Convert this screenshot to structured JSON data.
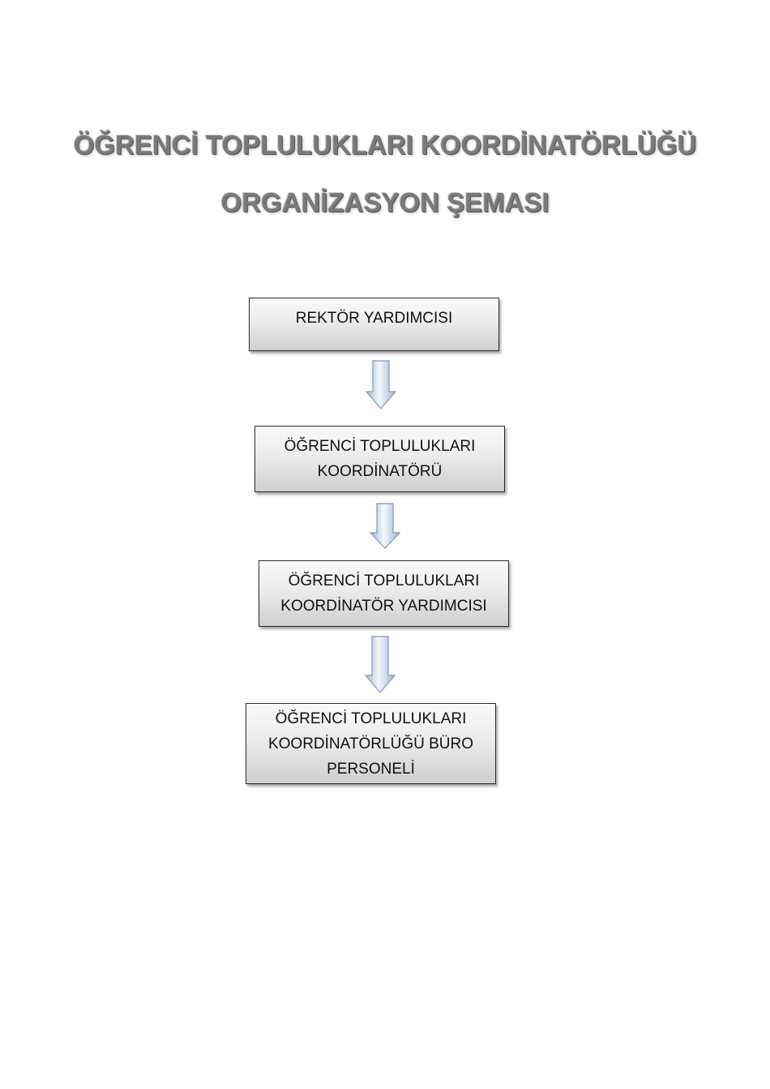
{
  "title": {
    "line1": "ÖĞRENCİ TOPLULUKLARI KOORDİNATÖRLÜĞÜ",
    "line2": "ORGANİZASYON ŞEMASI"
  },
  "chart": {
    "nodes": [
      {
        "id": "rektor-yardimcisi",
        "label": "REKTÖR YARDIMCISI"
      },
      {
        "id": "koordinatoru",
        "label": "ÖĞRENCİ TOPLULUKLARI\nKOORDİNATÖRÜ"
      },
      {
        "id": "koordinator-yardimcisi",
        "label": "ÖĞRENCİ TOPLULUKLARI\nKOORDİNATÖR YARDIMCISI"
      },
      {
        "id": "buro-personeli",
        "label": "ÖĞRENCİ TOPLULUKLARI\nKOORDİNATÖRLÜĞÜ BÜRO\nPERSONELİ"
      }
    ],
    "edges": [
      {
        "from": "rektor-yardimcisi",
        "to": "koordinatoru"
      },
      {
        "from": "koordinatoru",
        "to": "koordinator-yardimcisi"
      },
      {
        "from": "koordinator-yardimcisi",
        "to": "buro-personeli"
      }
    ],
    "colors": {
      "box_border": "#2b2b2b",
      "box_fill_top": "#fafafa",
      "box_fill_bottom": "#cfcfcf",
      "arrow_fill_light": "#f4f8fd",
      "arrow_fill_dark": "#9fb6d2",
      "arrow_outline": "#7f98b8",
      "title_text": "#7a7a7a"
    }
  }
}
